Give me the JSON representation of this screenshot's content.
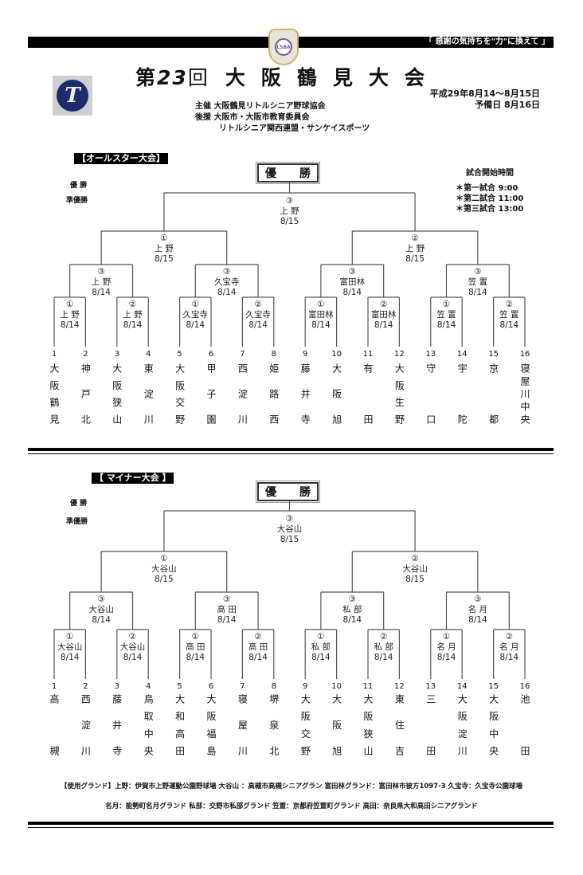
{
  "header": {
    "slogan": "「 感謝の気持ちを\"力\"に換えて 」",
    "emblem_text": "LSBA",
    "logo_letter": "T",
    "title_prefix": "第",
    "title_number": "23",
    "title_kai": "回",
    "title_main": "大阪鶴見大会",
    "date_range": "平成29年8月14～8月15日",
    "reserve_day": "予備日  8月16日",
    "organizer": "主催  大阪鶴見リトルシニア野球協会",
    "support_1": "後援  大阪市・大阪市教育委員会",
    "support_2": "リトルシニア関西連盟・サンケイスポーツ"
  },
  "start_times": {
    "heading": "試合開始時間",
    "items": [
      "＊第一試合   9:00",
      "＊第二試合 11:00",
      "＊第三試合 13:00"
    ]
  },
  "sections": [
    {
      "heading": "【オールスター大会】",
      "champion_label": "優   勝",
      "runner_up_label": "準優勝",
      "champ_box": [
        "優",
        "勝"
      ],
      "final": {
        "no": "③",
        "venue": "上 野",
        "date": "8/15"
      },
      "semis": [
        {
          "no": "①",
          "venue": "上 野",
          "date": "8/15"
        },
        {
          "no": "②",
          "venue": "上 野",
          "date": "8/15"
        }
      ],
      "quarters": [
        {
          "no": "③",
          "venue": "上 野",
          "date": "8/14"
        },
        {
          "no": "③",
          "venue": "久宝寺",
          "date": "8/14"
        },
        {
          "no": "③",
          "venue": "富田林",
          "date": "8/14"
        },
        {
          "no": "③",
          "venue": "笠 置",
          "date": "8/14"
        }
      ],
      "first_round": [
        {
          "no": "①",
          "venue": "上 野",
          "date": "8/14"
        },
        {
          "no": "②",
          "venue": "上 野",
          "date": "8/14"
        },
        {
          "no": "①",
          "venue": "久宝寺",
          "date": "8/14"
        },
        {
          "no": "②",
          "venue": "久宝寺",
          "date": "8/14"
        },
        {
          "no": "①",
          "venue": "富田林",
          "date": "8/14"
        },
        {
          "no": "②",
          "venue": "富田林",
          "date": "8/14"
        },
        {
          "no": "①",
          "venue": "笠 置",
          "date": "8/14"
        },
        {
          "no": "②",
          "venue": "笠 置",
          "date": "8/14"
        }
      ],
      "teams": [
        {
          "no": "1",
          "name": "大阪鶴見"
        },
        {
          "no": "2",
          "name": "神戸北"
        },
        {
          "no": "3",
          "name": "大阪狭山"
        },
        {
          "no": "4",
          "name": "東淀川"
        },
        {
          "no": "5",
          "name": "大阪交野"
        },
        {
          "no": "6",
          "name": "甲子園"
        },
        {
          "no": "7",
          "name": "西淀川"
        },
        {
          "no": "8",
          "name": "姫路西"
        },
        {
          "no": "9",
          "name": "藤井寺"
        },
        {
          "no": "10",
          "name": "大阪旭"
        },
        {
          "no": "11",
          "name": "有田"
        },
        {
          "no": "12",
          "name": "大阪生野"
        },
        {
          "no": "13",
          "name": "守口"
        },
        {
          "no": "14",
          "name": "宇陀"
        },
        {
          "no": "15",
          "name": "京都"
        },
        {
          "no": "16",
          "name": "寝屋川中央"
        }
      ]
    },
    {
      "heading": "【 マイナー大会 】",
      "champion_label": "優   勝",
      "runner_up_label": "準優勝",
      "champ_box": [
        "優",
        "勝"
      ],
      "final": {
        "no": "③",
        "venue": "大谷山",
        "date": "8/15"
      },
      "semis": [
        {
          "no": "①",
          "venue": "大谷山",
          "date": "8/15"
        },
        {
          "no": "②",
          "venue": "大谷山",
          "date": "8/15"
        }
      ],
      "quarters": [
        {
          "no": "③",
          "venue": "大谷山",
          "date": "8/14"
        },
        {
          "no": "③",
          "venue": "高 田",
          "date": "8/14"
        },
        {
          "no": "③",
          "venue": "私 部",
          "date": "8/14"
        },
        {
          "no": "③",
          "venue": "名 月",
          "date": "8/14"
        }
      ],
      "first_round": [
        {
          "no": "①",
          "venue": "大谷山",
          "date": "8/14"
        },
        {
          "no": "②",
          "venue": "大谷山",
          "date": "8/14"
        },
        {
          "no": "①",
          "venue": "高 田",
          "date": "8/14"
        },
        {
          "no": "②",
          "venue": "高 田",
          "date": "8/14"
        },
        {
          "no": "①",
          "venue": "私 部",
          "date": "8/14"
        },
        {
          "no": "②",
          "venue": "私 部",
          "date": "8/14"
        },
        {
          "no": "①",
          "venue": "名 月",
          "date": "8/14"
        },
        {
          "no": "②",
          "venue": "名 月",
          "date": "8/14"
        }
      ],
      "teams": [
        {
          "no": "1",
          "name": "高槻"
        },
        {
          "no": "2",
          "name": "西淀川"
        },
        {
          "no": "3",
          "name": "藤井寺"
        },
        {
          "no": "4",
          "name": "鳥取中央"
        },
        {
          "no": "5",
          "name": "大和高田"
        },
        {
          "no": "6",
          "name": "大阪福島"
        },
        {
          "no": "7",
          "name": "寝屋川"
        },
        {
          "no": "8",
          "name": "堺泉北"
        },
        {
          "no": "9",
          "name": "大阪交野"
        },
        {
          "no": "10",
          "name": "大阪旭"
        },
        {
          "no": "11",
          "name": "大阪狭山"
        },
        {
          "no": "12",
          "name": "東住吉"
        },
        {
          "no": "13",
          "name": "三田"
        },
        {
          "no": "14",
          "name": "大阪淀川"
        },
        {
          "no": "15",
          "name": "大阪中央"
        },
        {
          "no": "16",
          "name": "池田"
        }
      ]
    }
  ],
  "footer": {
    "line1": "【使用グランド】上野：伊賀市上野運動公園野球場   大谷山 ：高槻市高槻シニアグラン  富田林グランド：富田林市彼方1097-3  久宝寺：久宝寺公園球場",
    "line2": "名月：能勢町名月グランド   私部：交野市私部グランド   笠置：京都府笠置町グランド     高田：奈良県大和高田シニアグランド"
  }
}
